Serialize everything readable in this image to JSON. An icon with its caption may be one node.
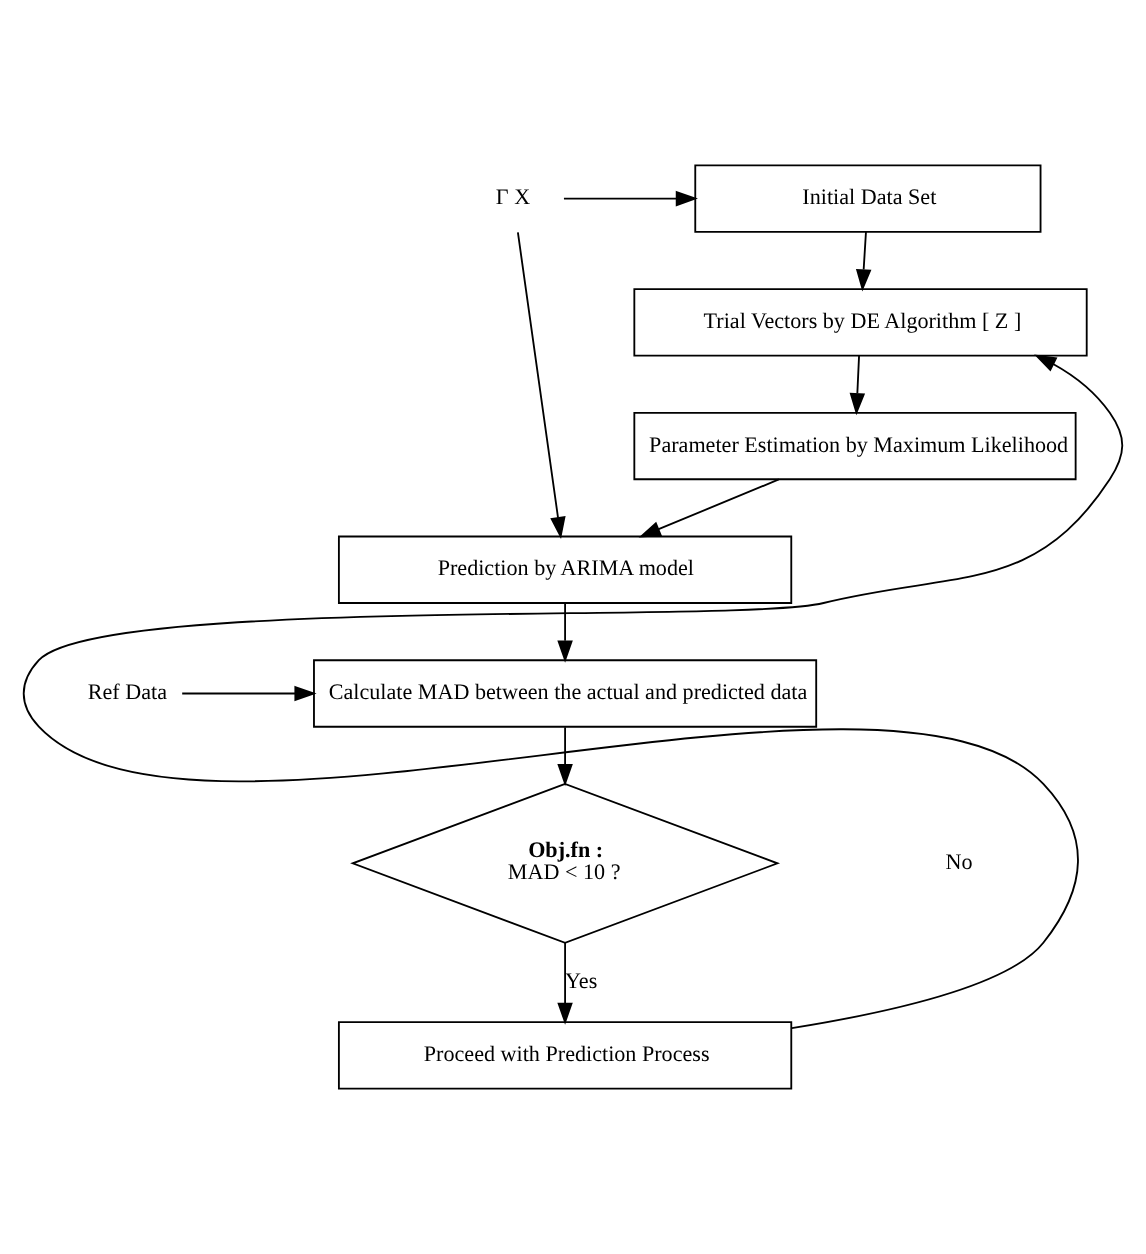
{
  "diagram": {
    "nodes": [
      {
        "text": [
          "Γ X"
        ]
      },
      {
        "text": [
          "Initial Data Set"
        ]
      },
      {
        "text": [
          "Trial Vectors by DE Algorithm [ Z ]"
        ]
      },
      {
        "text": [
          "Parameter Estimation by Maximum Likelihood"
        ]
      },
      {
        "text": [
          "Prediction by ARIMA model"
        ]
      },
      {
        "text": [
          "Ref Data"
        ]
      },
      {
        "text": [
          "Calculate MAD between the actual and predicted data"
        ]
      },
      {
        "text": [
          "Obj.fn :",
          "MAD < 10 ?"
        ]
      },
      {
        "text": [
          "Proceed with Prediction Process"
        ]
      }
    ],
    "edges": [
      {
        "from": 0,
        "to": 1,
        "arrow": "to"
      },
      {
        "from": 0,
        "to": 4,
        "arrow": "to"
      },
      {
        "from": 1,
        "to": 2,
        "arrow": "to"
      },
      {
        "from": 2,
        "to": 3,
        "arrow": "to"
      },
      {
        "from": 3,
        "to": 4,
        "arrow": "to"
      },
      {
        "from": 4,
        "to": 6,
        "arrow": "to"
      },
      {
        "from": 5,
        "to": 6,
        "arrow": "to"
      },
      {
        "from": 6,
        "to": 7,
        "arrow": "to"
      },
      {
        "from": 7,
        "to": 8,
        "arrow": "to",
        "label": "Yes"
      },
      {
        "from": 8,
        "to": 2,
        "arrow": "to"
      }
    ],
    "labels": [
      "No"
    ]
  }
}
